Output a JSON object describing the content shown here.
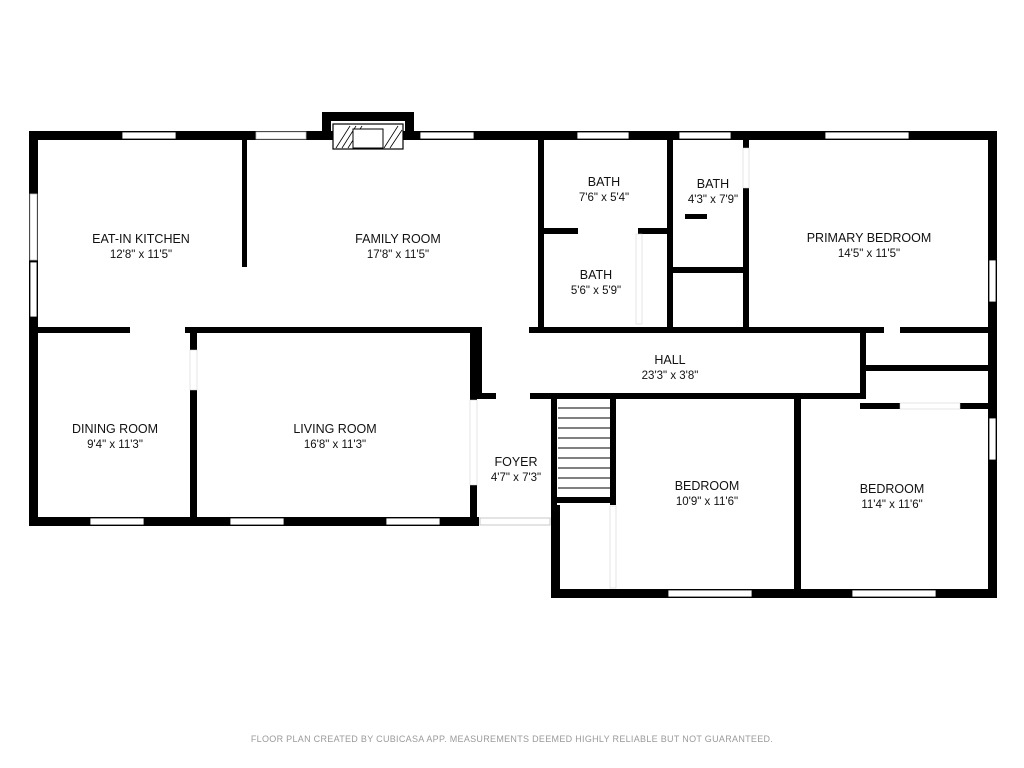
{
  "rooms": {
    "kitchen": {
      "name": "EAT-IN KITCHEN",
      "dim": "12'8\" x 11'5\""
    },
    "family": {
      "name": "FAMILY ROOM",
      "dim": "17'8\" x 11'5\""
    },
    "bath1": {
      "name": "BATH",
      "dim": "7'6\" x 5'4\""
    },
    "bath2": {
      "name": "BATH",
      "dim": "4'3\" x 7'9\""
    },
    "bath3": {
      "name": "BATH",
      "dim": "5'6\" x 5'9\""
    },
    "primary": {
      "name": "PRIMARY BEDROOM",
      "dim": "14'5\" x 11'5\""
    },
    "hall": {
      "name": "HALL",
      "dim": "23'3\" x 3'8\""
    },
    "dining": {
      "name": "DINING ROOM",
      "dim": "9'4\" x 11'3\""
    },
    "living": {
      "name": "LIVING ROOM",
      "dim": "16'8\" x 11'3\""
    },
    "foyer": {
      "name": "FOYER",
      "dim": "4'7\" x 7'3\""
    },
    "bedroom1": {
      "name": "BEDROOM",
      "dim": "10'9\" x 11'6\""
    },
    "bedroom2": {
      "name": "BEDROOM",
      "dim": "11'4\" x 11'6\""
    }
  },
  "footer": "FLOOR PLAN CREATED BY CUBICASA APP. MEASUREMENTS DEEMED HIGHLY RELIABLE BUT NOT GUARANTEED.",
  "colors": {
    "wall": "#000000",
    "window": "#ffffff",
    "text": "#111111",
    "footer": "#9a9a9a"
  }
}
